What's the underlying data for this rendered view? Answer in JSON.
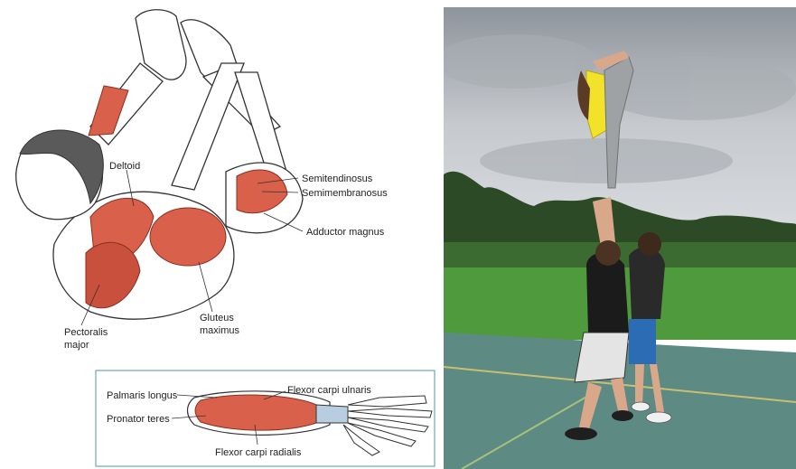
{
  "anatomy_labels": {
    "deltoid": "Deltoid",
    "semitendinosus": "Semitendinosus",
    "semimembranosus": "Semimembranosus",
    "adductor_magnus": "Adductor magnus",
    "pectoralis_line1": "Pectoralis",
    "pectoralis_line2": "major",
    "gluteus_line1": "Gluteus",
    "gluteus_line2": "maximus"
  },
  "forearm_labels": {
    "palmaris_longus": "Palmaris longus",
    "flexor_carpi_ulnaris": "Flexor carpi ulnaris",
    "pronator_teres": "Pronator teres",
    "flexor_carpi_radialis": "Flexor carpi radialis"
  },
  "colors": {
    "muscle": "#d9604a",
    "muscle_dark": "#b8402e",
    "outline": "#333333",
    "sky": "#b9bec4",
    "grass": "#4f9a3c",
    "court": "#5e8a84"
  }
}
